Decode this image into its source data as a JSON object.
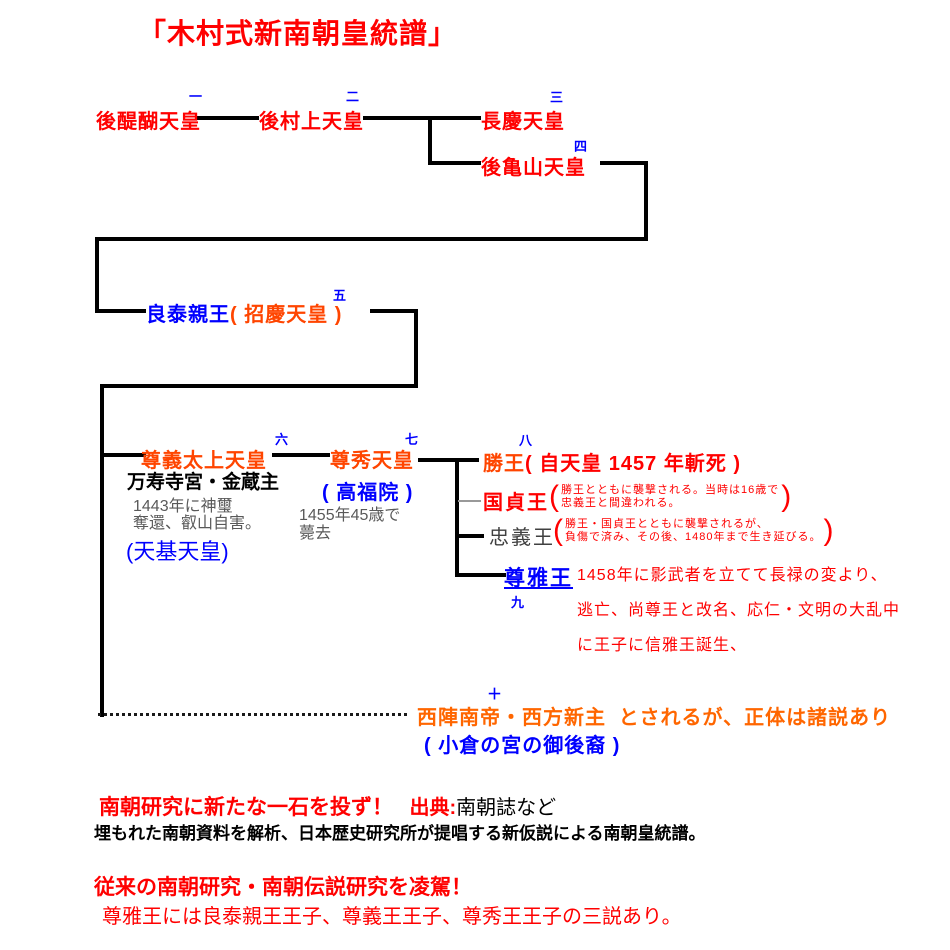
{
  "title": "「木村式新南朝皇統譜」",
  "colors": {
    "name_red": "#ff0000",
    "name_orange": "#ff4500",
    "name_orange_light": "#ff6600",
    "name_blue": "#0000ff",
    "note_gray": "#595959",
    "chugi_gray": "#404040",
    "line_black": "#000000"
  },
  "tree": {
    "godaigo": {
      "num": "一",
      "name": "後醍醐天皇"
    },
    "gomurakami": {
      "num": "二",
      "name": "後村上天皇"
    },
    "chokei": {
      "num": "三",
      "name": "長慶天皇"
    },
    "gokameyama": {
      "num": "四",
      "name": "後亀山天皇"
    },
    "ryotai": {
      "num": "五",
      "name": "良泰親王",
      "alias": "( 招慶天皇 )"
    },
    "songi": {
      "num": "六",
      "name": "尊義太上天皇",
      "title_line": "万寿寺宮・金蔵主",
      "note1": "1443年に神璽",
      "note2": "奪還、叡山自害。",
      "alias": "(天基天皇)"
    },
    "sonshu": {
      "num": "七",
      "name": "尊秀天皇",
      "alias": "( 高福院 )",
      "note1": "1455年45歳で",
      "note2": "薨去"
    },
    "katsuo": {
      "num": "八",
      "name": "勝王",
      "note": "( 自天皇 1457 年斬死 )"
    },
    "kunisada": {
      "name": "国貞王",
      "paren_open": "(",
      "note1": "勝王とともに襲撃される。当時は16歳で",
      "note2": "忠義王と間違われる。",
      "paren_close": ")"
    },
    "chugi": {
      "name": "忠義王",
      "paren_open": "(",
      "note1": "勝王・国貞王とともに襲撃されるが、",
      "note2": "負傷で済み、その後、1480年まで生き延びる。",
      "paren_close": ")"
    },
    "songa": {
      "num": "九",
      "name": "尊雅王",
      "note1": "1458年に影武者を立てて長禄の変より、",
      "note2": "逃亡、尚尊王と改名、応仁・文明の大乱中",
      "note3": "に王子に信雅王誕生、"
    },
    "nishijin": {
      "num": "＋",
      "name": "西陣南帝・西方新主",
      "suffix": "とされるが、正体は諸説あり",
      "alias": "( 小倉の宮の御後裔 )"
    }
  },
  "footer": {
    "line1_main": "南朝研究に新たな一石を投ず！",
    "line1_label": "出典:",
    "line1_value": "南朝誌など",
    "line2": "埋もれた南朝資料を解析、日本歴史研究所が提唱する新仮説による南朝皇統譜。",
    "line3": "従来の南朝研究・南朝伝説研究を凌駕！",
    "line4": "尊雅王には良泰親王王子、尊義王王子、尊秀王王子の三説あり。"
  }
}
